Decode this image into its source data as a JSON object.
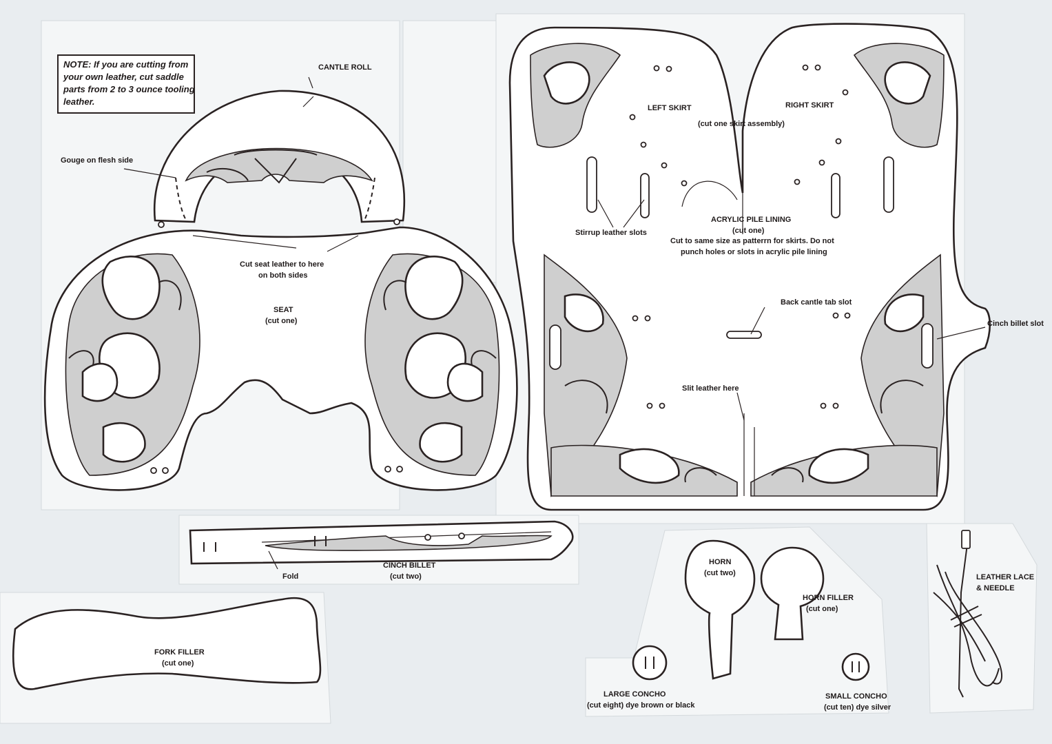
{
  "note": {
    "lines": [
      "NOTE: If you are cutting from",
      "your own leather, cut saddle",
      "parts from 2 to 3 ounce tooling",
      "leather."
    ]
  },
  "labels": {
    "cantle_roll": "CANTLE ROLL",
    "gouge": "Gouge on flesh side",
    "cut_seat_1": "Cut seat leather to here",
    "cut_seat_2": "on both sides",
    "seat_title": "SEAT",
    "seat_sub": "(cut one)",
    "left_skirt": "LEFT SKIRT",
    "right_skirt": "RIGHT SKIRT",
    "skirt_assembly": "(cut one skirt assembly)",
    "stirrup_slots": "Stirrup leather slots",
    "pile_title": "ACRYLIC PILE LINING",
    "pile_sub": "(cut one)",
    "pile_note_1": "Cut to same size as patterrn for skirts. Do not",
    "pile_note_2": "punch holes or slots in acrylic pile lining",
    "back_cantle": "Back cantle tab slot",
    "cinch_slot": "Cinch billet slot",
    "slit": "Slit leather here",
    "fold": "Fold",
    "billet_title": "CINCH BILLET",
    "billet_sub": "(cut two)",
    "fork_title": "FORK FILLER",
    "fork_sub": "(cut one)",
    "horn_title": "HORN",
    "horn_sub": "(cut two)",
    "horn_filler_title": "HORN FILLER",
    "horn_filler_sub": "(cut one)",
    "large_concho_title": "LARGE CONCHO",
    "large_concho_sub": "(cut eight) dye brown or black",
    "small_concho_title": "SMALL CONCHO",
    "small_concho_sub": "(cut ten) dye silver",
    "lace_1": "LEATHER LACE",
    "lace_2": "& NEEDLE"
  },
  "colors": {
    "background": "#e9edf0",
    "ink": "#2a2222",
    "paper": "#f4f6f7"
  }
}
